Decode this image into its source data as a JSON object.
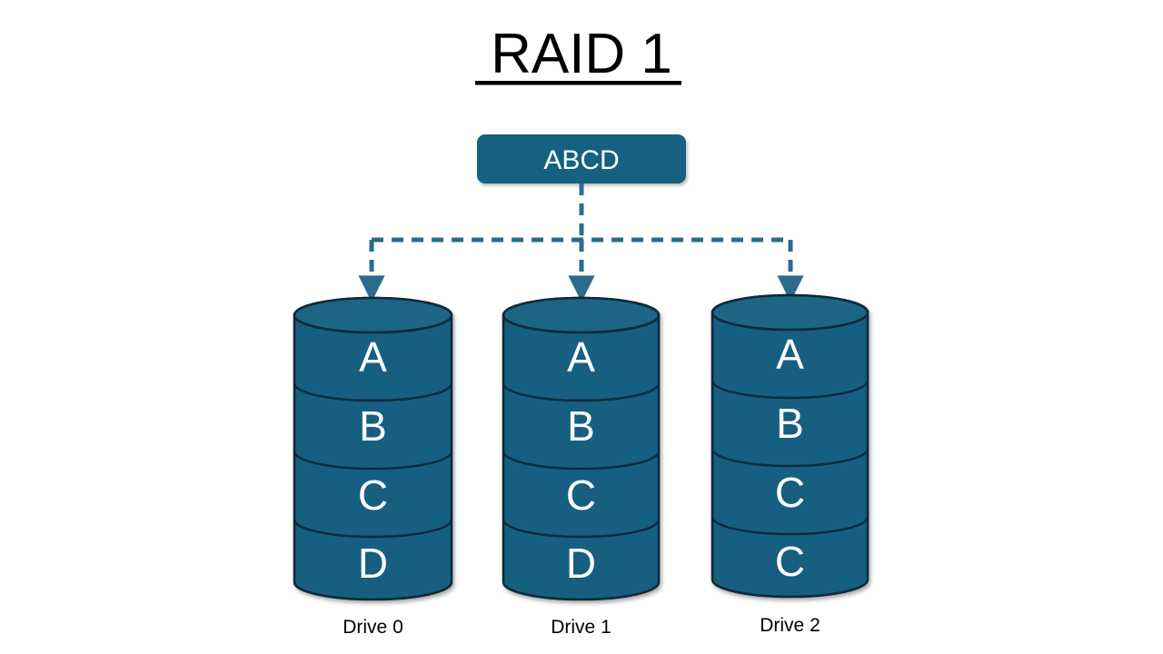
{
  "title": {
    "text": "RAID 1",
    "underlined": true
  },
  "colors": {
    "drive_fill": "#175F80",
    "drive_stroke": "#10293a",
    "source_box_fill": "#176080",
    "connector": "#2b6c8c",
    "letter_text": "#ffffff",
    "caption_text": "#000000",
    "background": "#ffffff"
  },
  "source": {
    "label": "ABCD",
    "name": "source-data-block"
  },
  "connectors": {
    "style": "dashed",
    "arrowheads": 3,
    "trunk_label": "",
    "branches": [
      "to-drive-0",
      "to-drive-1",
      "to-drive-2"
    ]
  },
  "drives": [
    {
      "caption": "Drive 0",
      "blocks": [
        "A",
        "B",
        "C",
        "D"
      ]
    },
    {
      "caption": "Drive 1",
      "blocks": [
        "A",
        "B",
        "C",
        "D"
      ]
    },
    {
      "caption": "Drive 2",
      "blocks": [
        "A",
        "B",
        "C",
        "C"
      ]
    }
  ]
}
